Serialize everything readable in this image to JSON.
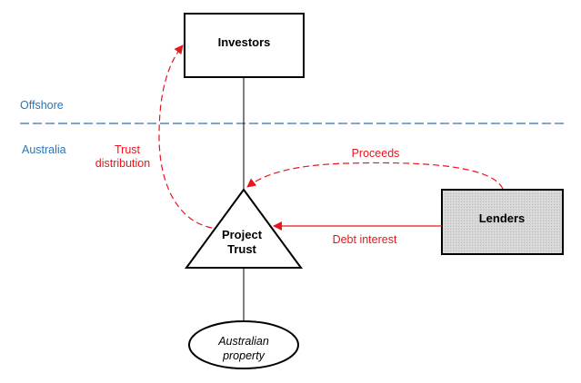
{
  "diagram": {
    "regions": {
      "offshore_label": "Offshore",
      "australia_label": "Australia"
    },
    "nodes": {
      "investors": {
        "label": "Investors"
      },
      "project_trust": {
        "line1": "Project",
        "line2": "Trust"
      },
      "lenders": {
        "label": "Lenders"
      },
      "property": {
        "line1": "Australian",
        "line2": "property"
      }
    },
    "flows": {
      "trust_distribution": {
        "line1": "Trust",
        "line2": "distribution"
      },
      "proceeds": {
        "label": "Proceeds"
      },
      "debt_interest": {
        "label": "Debt interest"
      }
    },
    "colors": {
      "flow": "#e8161c",
      "boundary": "#2e74b5",
      "lenders_fill": "#d4d4d4"
    }
  }
}
